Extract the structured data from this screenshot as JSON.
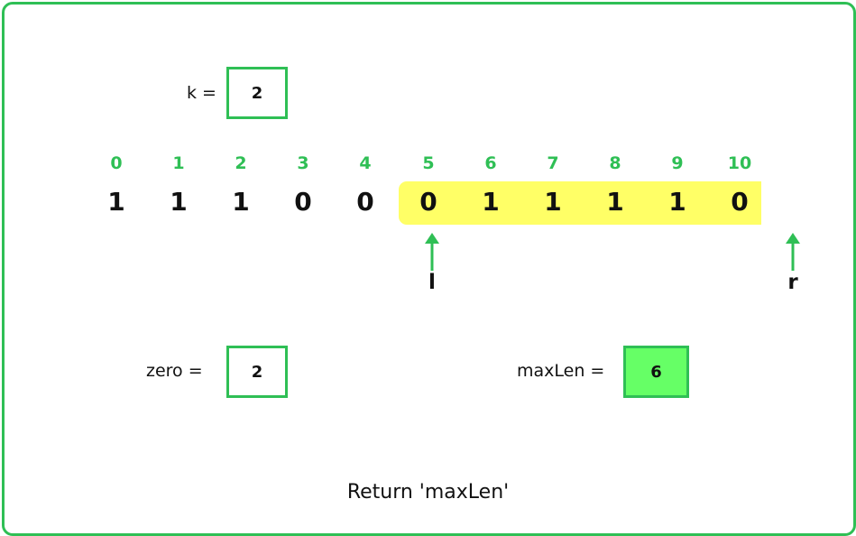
{
  "k": {
    "label": "k =",
    "value": "2"
  },
  "indices": [
    "0",
    "1",
    "2",
    "3",
    "4",
    "5",
    "6",
    "7",
    "8",
    "9",
    "10"
  ],
  "values": [
    "1",
    "1",
    "1",
    "0",
    "0",
    "0",
    "1",
    "1",
    "1",
    "1",
    "0"
  ],
  "window": {
    "start_index": 5,
    "end_index": 10,
    "color": "#ffff66"
  },
  "pointers": {
    "l": {
      "label": "l",
      "index": 5
    },
    "r": {
      "label": "r",
      "index": 11
    }
  },
  "zero": {
    "label": "zero  =",
    "value": "2"
  },
  "maxLen": {
    "label": "maxLen =",
    "value": "6"
  },
  "footer": "Return 'maxLen'",
  "colors": {
    "accent": "#2fbf55",
    "highlight": "#ffff66",
    "result_fill": "#66ff66"
  }
}
